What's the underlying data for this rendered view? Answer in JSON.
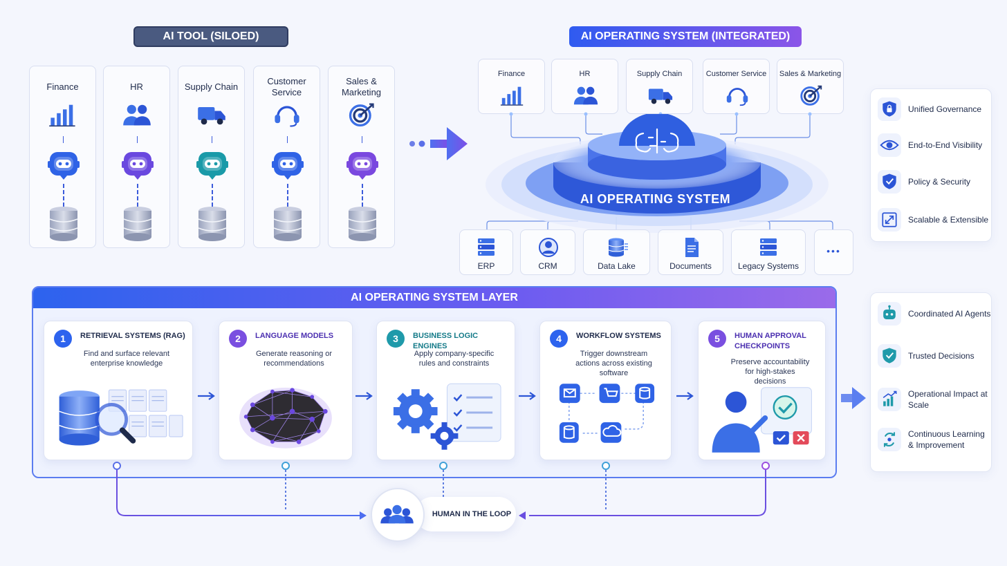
{
  "headers": {
    "left": "AI TOOL (SILOED)",
    "right": "AI OPERATING SYSTEM (INTEGRATED)"
  },
  "siloed": [
    {
      "label": "Finance",
      "icon": "bar-chart-icon",
      "bot_color": "#2f63e6"
    },
    {
      "label": "HR",
      "icon": "people-icon",
      "bot_color": "#6a48df"
    },
    {
      "label": "Supply Chain",
      "icon": "truck-icon",
      "bot_color": "#1a9aa8"
    },
    {
      "label": "Customer Service",
      "icon": "headset-icon",
      "bot_color": "#2f63e6"
    },
    {
      "label": "Sales & Marketing",
      "icon": "target-icon",
      "bot_color": "#7a48df"
    }
  ],
  "integrated_top": [
    {
      "label": "Finance",
      "icon": "bar-chart-icon"
    },
    {
      "label": "HR",
      "icon": "people-icon"
    },
    {
      "label": "Supply Chain",
      "icon": "truck-icon"
    },
    {
      "label": "Customer Service",
      "icon": "headset-icon"
    },
    {
      "label": "Sales & Marketing",
      "icon": "target-icon"
    }
  ],
  "platform_label": "AI OPERATING SYSTEM",
  "integrated_bottom": [
    {
      "label": "ERP",
      "icon": "server-icon"
    },
    {
      "label": "CRM",
      "icon": "user-circle-icon"
    },
    {
      "label": "Data Lake",
      "icon": "database-icon"
    },
    {
      "label": "Documents",
      "icon": "document-icon"
    },
    {
      "label": "Legacy Systems",
      "icon": "server-stack-icon"
    },
    {
      "label": "•••",
      "icon": "more-icon"
    }
  ],
  "right_top": [
    {
      "label": "Unified Governance",
      "icon": "lock-shield-icon"
    },
    {
      "label": "End-to-End Visibility",
      "icon": "eye-icon"
    },
    {
      "label": "Policy & Security",
      "icon": "shield-check-icon"
    },
    {
      "label": "Scalable & Extensible",
      "icon": "expand-icon"
    }
  ],
  "right_bottom": [
    {
      "label": "Coordinated AI Agents",
      "icon": "robot-icon"
    },
    {
      "label": "Trusted Decisions",
      "icon": "shield-check-icon"
    },
    {
      "label": "Operational Impact at Scale",
      "icon": "growth-chart-icon"
    },
    {
      "label": "Continuous Learning & Improvement",
      "icon": "cycle-icon"
    }
  ],
  "layer": {
    "title": "AI OPERATING SYSTEM LAYER",
    "cards": [
      {
        "num": "1",
        "title": "RETRIEVAL SYSTEMS (RAG)",
        "desc": "Find and surface relevant enterprise knowledge",
        "color": "#2d63ee",
        "title_color": "#1e2a4a"
      },
      {
        "num": "2",
        "title": "LANGUAGE MODELS",
        "desc": "Generate reasoning or recommendations",
        "color": "#7a4fe0",
        "title_color": "#4b2fb0"
      },
      {
        "num": "3",
        "title": "BUSINESS LOGIC ENGINES",
        "desc": "Apply company-specific rules and constraints",
        "color": "#1f9aaa",
        "title_color": "#147a88"
      },
      {
        "num": "4",
        "title": "WORKFLOW SYSTEMS",
        "desc": "Trigger downstream actions across existing software",
        "color": "#2d63ee",
        "title_color": "#1e2a4a"
      },
      {
        "num": "5",
        "title": "HUMAN APPROVAL CHECKPOINTS",
        "desc": "Preserve accountability for high-stakes decisions",
        "color": "#7a4fe0",
        "title_color": "#4b2fb0"
      }
    ]
  },
  "hitl": {
    "label": "HUMAN IN THE LOOP",
    "icon": "people-group-icon"
  }
}
